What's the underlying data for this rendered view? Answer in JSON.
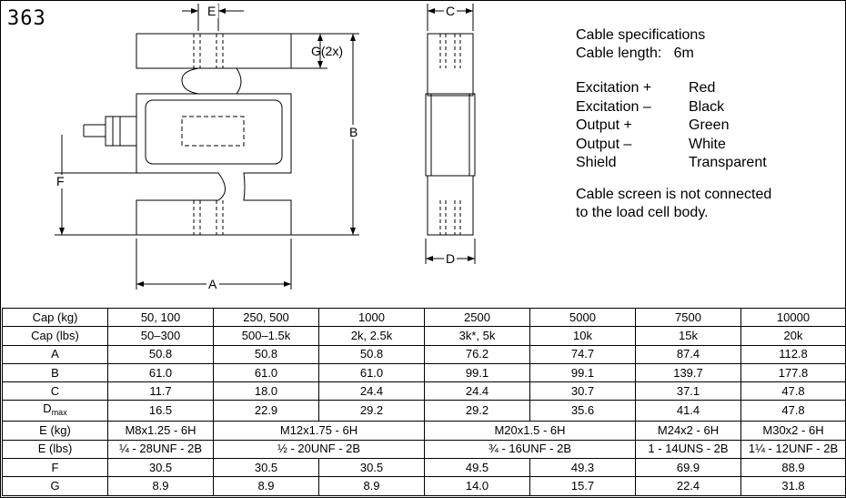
{
  "model": "363",
  "drawing": {
    "labels": {
      "e": "E",
      "g": "G(2x)",
      "b": "B",
      "f": "F",
      "a": "A",
      "c": "C",
      "d": "D"
    }
  },
  "cable": {
    "title": "Cable specifications",
    "length_label": "Cable length:",
    "length_value": "6m",
    "wires": [
      {
        "signal": "Excitation +",
        "color": "Red"
      },
      {
        "signal": "Excitation –",
        "color": "Black"
      },
      {
        "signal": "Output +",
        "color": "Green"
      },
      {
        "signal": "Output –",
        "color": "White"
      },
      {
        "signal": "Shield",
        "color": "Transparent"
      }
    ],
    "note_line1": "Cable screen is not connected",
    "note_line2": "to the load cell body."
  },
  "table": {
    "rows": [
      {
        "label": "Cap (kg)",
        "cells": [
          {
            "t": "50, 100"
          },
          {
            "t": "250, 500"
          },
          {
            "t": "1000"
          },
          {
            "t": "2500"
          },
          {
            "t": "5000"
          },
          {
            "t": "7500"
          },
          {
            "t": "10000"
          }
        ]
      },
      {
        "label": "Cap (lbs)",
        "cells": [
          {
            "t": "50–300"
          },
          {
            "t": "500–1.5k"
          },
          {
            "t": "2k, 2.5k"
          },
          {
            "t": "3k*, 5k"
          },
          {
            "t": "10k"
          },
          {
            "t": "15k"
          },
          {
            "t": "20k"
          }
        ]
      },
      {
        "label": "A",
        "cells": [
          {
            "t": "50.8"
          },
          {
            "t": "50.8"
          },
          {
            "t": "50.8"
          },
          {
            "t": "76.2"
          },
          {
            "t": "74.7"
          },
          {
            "t": "87.4"
          },
          {
            "t": "112.8"
          }
        ]
      },
      {
        "label": "B",
        "cells": [
          {
            "t": "61.0"
          },
          {
            "t": "61.0"
          },
          {
            "t": "61.0"
          },
          {
            "t": "99.1"
          },
          {
            "t": "99.1"
          },
          {
            "t": "139.7"
          },
          {
            "t": "177.8"
          }
        ]
      },
      {
        "label": "C",
        "cells": [
          {
            "t": "11.7"
          },
          {
            "t": "18.0"
          },
          {
            "t": "24.4"
          },
          {
            "t": "24.4"
          },
          {
            "t": "30.7"
          },
          {
            "t": "37.1"
          },
          {
            "t": "47.8"
          }
        ]
      },
      {
        "label": "D",
        "sub": "max",
        "cells": [
          {
            "t": "16.5"
          },
          {
            "t": "22.9"
          },
          {
            "t": "29.2"
          },
          {
            "t": "29.2"
          },
          {
            "t": "35.6"
          },
          {
            "t": "41.4"
          },
          {
            "t": "47.8"
          }
        ]
      },
      {
        "label": "E (kg)",
        "cells": [
          {
            "t": "M8x1.25 - 6H"
          },
          {
            "t": "M12x1.75 - 6H",
            "span": 2
          },
          {
            "t": "M20x1.5 - 6H",
            "span": 2
          },
          {
            "t": "M24x2 - 6H"
          },
          {
            "t": "M30x2 - 6H"
          }
        ]
      },
      {
        "label": "E (lbs)",
        "cells": [
          {
            "t": "¼ - 28UNF - 2B"
          },
          {
            "t": "½ - 20UNF - 2B",
            "span": 2
          },
          {
            "t": "¾ - 16UNF - 2B",
            "span": 2
          },
          {
            "t": "1 - 14UNS - 2B"
          },
          {
            "t": "1¼ - 12UNF - 2B"
          }
        ]
      },
      {
        "label": "F",
        "cells": [
          {
            "t": "30.5"
          },
          {
            "t": "30.5"
          },
          {
            "t": "30.5"
          },
          {
            "t": "49.5"
          },
          {
            "t": "49.3"
          },
          {
            "t": "69.9"
          },
          {
            "t": "88.9"
          }
        ]
      },
      {
        "label": "G",
        "cells": [
          {
            "t": "8.9"
          },
          {
            "t": "8.9"
          },
          {
            "t": "8.9"
          },
          {
            "t": "14.0"
          },
          {
            "t": "15.7"
          },
          {
            "t": "22.4"
          },
          {
            "t": "31.8"
          }
        ]
      }
    ]
  }
}
